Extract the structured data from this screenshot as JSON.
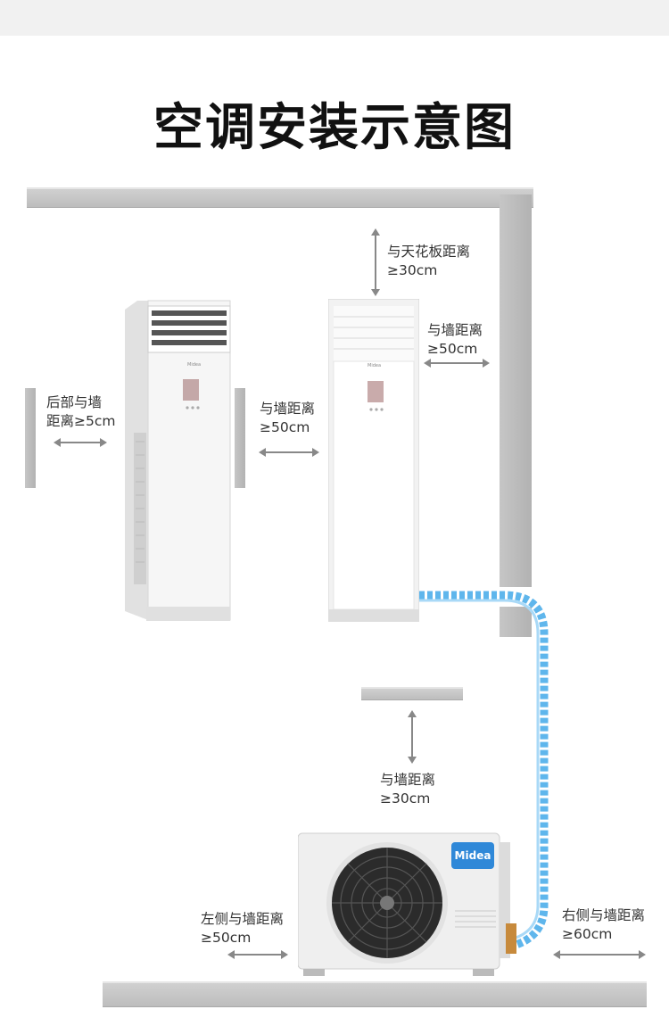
{
  "title": "空调安装示意图",
  "labels": {
    "ceiling": {
      "line1": "与天花板距离",
      "line2": "≥30cm"
    },
    "wall_right_indoor": {
      "line1": "与墙距离",
      "line2": "≥50cm"
    },
    "back": {
      "line1": "后部与墙",
      "line2": "距离≥5cm"
    },
    "wall_between": {
      "line1": "与墙距离",
      "line2": "≥50cm"
    },
    "outdoor_top": {
      "line1": "与墙距离",
      "line2": "≥30cm"
    },
    "outdoor_left": {
      "line1": "左侧与墙距离",
      "line2": "≥50cm"
    },
    "outdoor_right": {
      "line1": "右侧与墙距离",
      "line2": "≥60cm"
    }
  },
  "outdoor_brand": "Midea",
  "colors": {
    "pipe": "#5fb6ec",
    "wall": "#c2c2c2",
    "unit": "#f4f4f4"
  }
}
